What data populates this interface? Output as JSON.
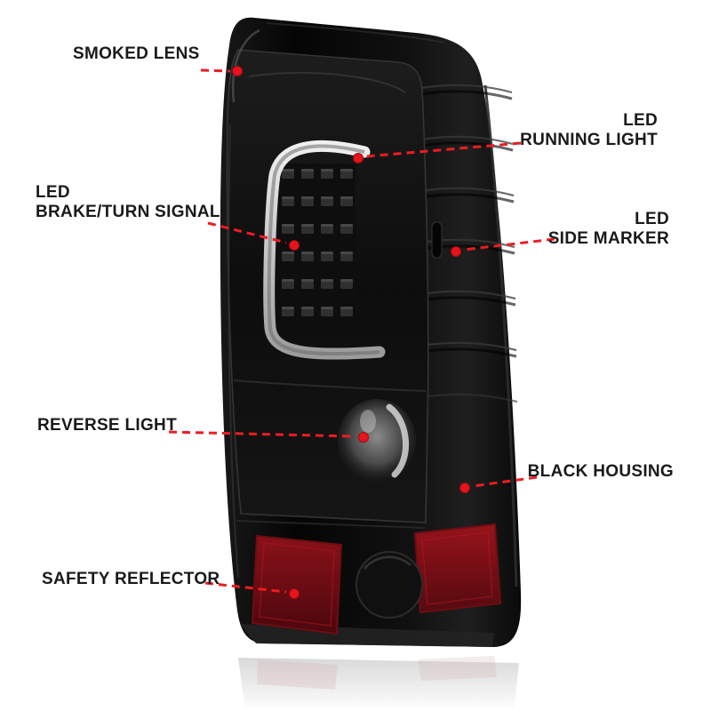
{
  "colors": {
    "background": "#ffffff",
    "callout_line": "#ed1c24",
    "callout_dot": "#e8131b",
    "label_text": "#1a1a1a",
    "reflector_red": "#8a1119",
    "housing_black": "#0c0c0c"
  },
  "callouts": [
    {
      "id": "smoked-lens",
      "line1": "SMOKED LENS",
      "line2": ""
    },
    {
      "id": "led-running-light",
      "line1": "LED",
      "line2": "RUNNING LIGHT"
    },
    {
      "id": "led-brake-turn",
      "line1": "LED",
      "line2": "BRAKE/TURN SIGNAL"
    },
    {
      "id": "led-side-marker",
      "line1": "LED",
      "line2": "SIDE MARKER"
    },
    {
      "id": "reverse-light",
      "line1": "REVERSE LIGHT",
      "line2": ""
    },
    {
      "id": "black-housing",
      "line1": "BLACK HOUSING",
      "line2": ""
    },
    {
      "id": "safety-reflector",
      "line1": "SAFETY REFLECTOR",
      "line2": ""
    }
  ]
}
